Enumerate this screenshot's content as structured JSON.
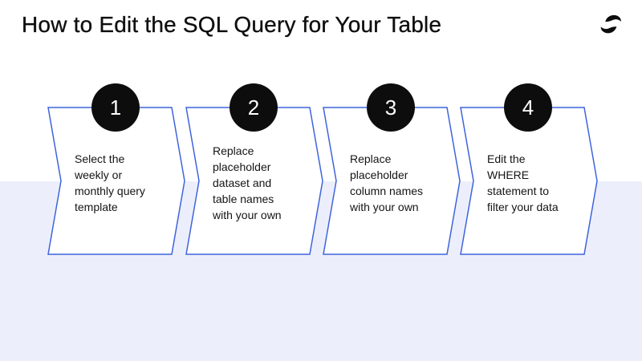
{
  "page": {
    "title": "How to Edit the SQL Query for Your Table"
  },
  "steps": [
    {
      "number": "1",
      "description": "Select the\nweekly or\nmonthly query\ntemplate"
    },
    {
      "number": "2",
      "description": "Replace\nplaceholder\ndataset and\ntable names\nwith your own"
    },
    {
      "number": "3",
      "description": "Replace\nplaceholder\ncolumn names\nwith your own"
    },
    {
      "number": "4",
      "description": "Edit the\nWHERE\nstatement to\nfilter your data"
    }
  ],
  "icons": {
    "logo": "swirl-logo"
  },
  "colors": {
    "accent_blue": "#3E64DB",
    "circle_black": "#0D0D0D",
    "band_lavender": "#ECEFFB",
    "text": "#141414",
    "background": "#FFFFFF"
  }
}
